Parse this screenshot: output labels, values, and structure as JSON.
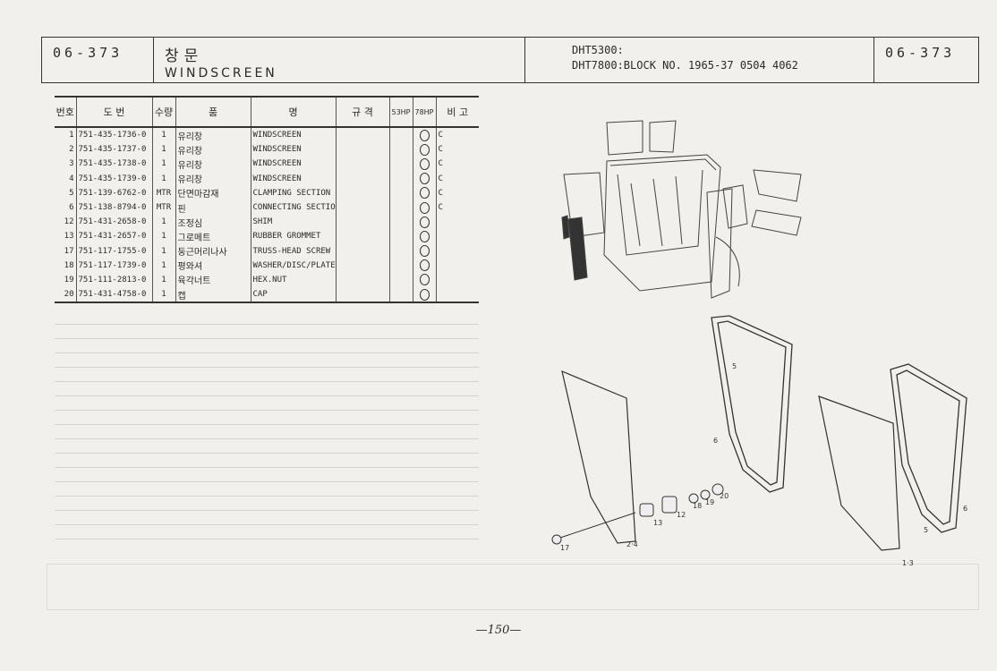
{
  "header": {
    "code_left": "06-373",
    "title_ko": "창문",
    "title_en": "WINDSCREEN",
    "model_line1": "DHT5300:",
    "model_line2": "DHT7800:BLOCK NO. 1965-37 0504 4062",
    "code_right": "06-373"
  },
  "table": {
    "headers": [
      "번호",
      "도    번",
      "수량",
      "품",
      "명",
      "규 격",
      "53HP",
      "78HP",
      "비 고"
    ],
    "rows": [
      {
        "no": "1",
        "part": "751-435-1736-0",
        "qty": "1",
        "ko": "유리창",
        "en": "WINDSCREEN",
        "remark": "C"
      },
      {
        "no": "2",
        "part": "751-435-1737-0",
        "qty": "1",
        "ko": "유리창",
        "en": "WINDSCREEN",
        "remark": "C"
      },
      {
        "no": "3",
        "part": "751-435-1738-0",
        "qty": "1",
        "ko": "유리창",
        "en": "WINDSCREEN",
        "remark": "C"
      },
      {
        "no": "4",
        "part": "751-435-1739-0",
        "qty": "1",
        "ko": "유리창",
        "en": "WINDSCREEN",
        "remark": "C"
      },
      {
        "no": "5",
        "part": "751-139-6762-0",
        "qty": "MTR",
        "ko": "단면마감재",
        "en": "CLAMPING SECTION",
        "remark": "C"
      },
      {
        "no": "6",
        "part": "751-138-8794-0",
        "qty": "MTR",
        "ko": "핀",
        "en": "CONNECTING SECTION",
        "remark": "C"
      },
      {
        "no": "12",
        "part": "751-431-2658-0",
        "qty": "1",
        "ko": "조정심",
        "en": "SHIM",
        "remark": ""
      },
      {
        "no": "13",
        "part": "751-431-2657-0",
        "qty": "1",
        "ko": "그로메트",
        "en": "RUBBER GROMMET",
        "remark": ""
      },
      {
        "no": "17",
        "part": "751-117-1755-0",
        "qty": "1",
        "ko": "둥근머리나사",
        "en": "TRUSS-HEAD SCREW",
        "remark": ""
      },
      {
        "no": "18",
        "part": "751-117-1739-0",
        "qty": "1",
        "ko": "평와셔",
        "en": "WASHER/DISC/PLATE",
        "remark": ""
      },
      {
        "no": "19",
        "part": "751-111-2813-0",
        "qty": "1",
        "ko": "육각너트",
        "en": "HEX.NUT",
        "remark": ""
      },
      {
        "no": "20",
        "part": "751-431-4758-0",
        "qty": "1",
        "ko": "캡",
        "en": "CAP",
        "remark": ""
      }
    ]
  },
  "drawing": {
    "callouts": {
      "c5a": "5",
      "c6a": "6",
      "c13": "13",
      "c12": "12",
      "c18": "18",
      "c19": "19",
      "c20": "20",
      "c17": "17",
      "c24": "2·4",
      "c13b": "1·3",
      "c5b": "5",
      "c6b": "6"
    }
  },
  "page_number": "—150—"
}
